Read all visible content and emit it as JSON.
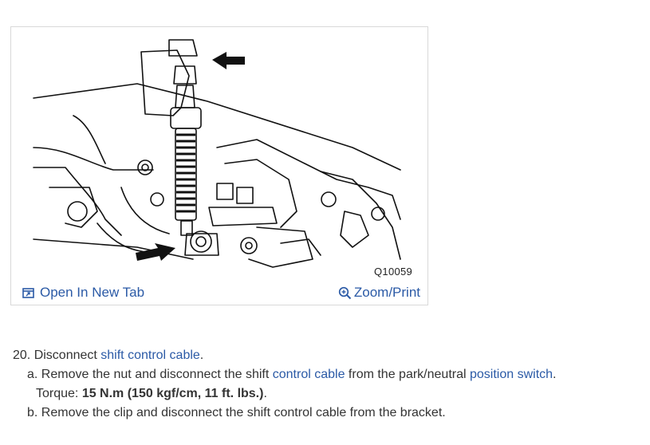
{
  "figure": {
    "code": "Q10059",
    "open_tab_label": "Open In New Tab",
    "zoom_label": "Zoom/Print",
    "icons": [
      "open-in-new-tab-icon",
      "zoom-magnifier-icon"
    ],
    "link_color": "#2b5aa6"
  },
  "steps": {
    "s20": {
      "num": "20. ",
      "text": "Disconnect ",
      "link": "shift control cable",
      "end": "."
    },
    "a": {
      "prefix": "a. Remove the nut and disconnect the shift ",
      "link1": "control cable",
      "mid": " from the park/neutral ",
      "link2": "position switch",
      "end": "."
    },
    "torque": {
      "label": "Torque: ",
      "value": "15 N.m (150 kgf/cm, 11 ft. lbs.)",
      "end": "."
    },
    "b": {
      "text": "b. Remove the clip and disconnect the shift control cable from the bracket."
    }
  }
}
